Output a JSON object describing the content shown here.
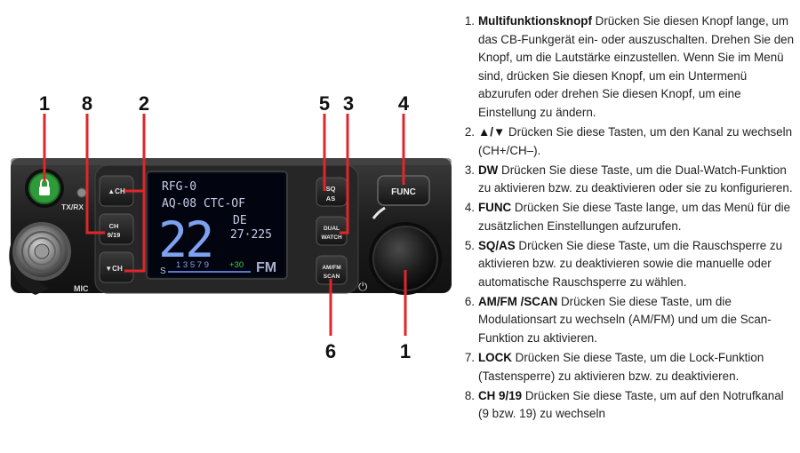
{
  "radio": {
    "buttons": {
      "ch_up": "▲CH",
      "ch_9_19_line1": "CH",
      "ch_9_19_line2": "9/19",
      "ch_down": "▼CH",
      "sq_line1": "SQ",
      "sq_line2": "AS",
      "dual_line1": "DUAL",
      "dual_line2": "WATCH",
      "amfm_line1": "AM/FM",
      "amfm_line2": "SCAN",
      "func": "FUNC"
    },
    "labels": {
      "txrx": "TX/RX",
      "mic": "MIC",
      "power_symbol": "⏻"
    },
    "display": {
      "line1": "RFG-0",
      "line2": "AQ-08 CTC-OF",
      "channel": "22",
      "country": "DE",
      "frequency": "27·225",
      "scale_s": "S",
      "scale_numbers": "1 3 5 7 9",
      "scale_plus": "+30",
      "mode": "FM"
    },
    "callouts": {
      "c1_top": "1",
      "c8": "8",
      "c2": "2",
      "c5": "5",
      "c3": "3",
      "c4": "4",
      "c6": "6",
      "c1_bottom": "1"
    }
  },
  "legend": [
    {
      "num": "1.",
      "term": "Multifunktionsknopf",
      "text": " Drücken Sie diesen Knopf lange, um das CB-Funkgerät ein- oder auszuschalten. Drehen Sie den Knopf, um die Lautstärke einzustellen. Wenn Sie im Menü sind, drücken Sie diesen Knopf, um ein Untermenü abzurufen oder drehen Sie diesen Knopf, um eine Einstellung zu ändern."
    },
    {
      "num": "2.",
      "term": "▲/▼",
      "text": " Drücken Sie diese Tasten, um den Kanal zu wechseln (CH+/CH–)."
    },
    {
      "num": "3.",
      "term": "DW",
      "text": " Drücken Sie diese Taste, um die Dual-Watch-Funktion zu aktivieren bzw. zu deaktivieren oder sie zu konfigurieren."
    },
    {
      "num": "4.",
      "term": "FUNC",
      "text": " Drücken Sie diese Taste lange, um das Menü für die zusätzlichen Einstellungen aufzurufen."
    },
    {
      "num": "5.",
      "term": "SQ/AS",
      "text": " Drücken Sie diese Taste, um die Rauschsperre zu aktivieren bzw. zu deaktivieren sowie die manuelle oder automatische Rauschsperre zu wählen."
    },
    {
      "num": "6.",
      "term": "AM/FM /SCAN",
      "text": "  Drücken Sie diese Taste, um die Modulationsart zu wechseln (AM/FM) und um die Scan-Funktion zu aktivieren."
    },
    {
      "num": "7.",
      "term": "LOCK",
      "text": " Drücken Sie diese Taste, um die Lock-Funktion (Tastensperre) zu aktivieren bzw. zu deaktivieren."
    },
    {
      "num": "8.",
      "term": "CH 9/19",
      "text": " Drücken Sie diese Taste, um auf den Notrufkanal (9 bzw. 19) zu wechseln"
    }
  ]
}
